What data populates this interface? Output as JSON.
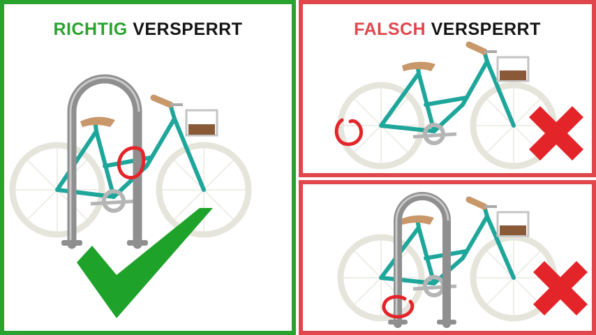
{
  "panels": {
    "correct": {
      "keyword": "RICHTIG",
      "rest": "VERSPERRT",
      "icon": "check-icon",
      "color": "#2aa22e"
    },
    "wrong": {
      "keyword": "FALSCH",
      "rest": "VERSPERRT",
      "icon": "cross-icon",
      "color": "#e0474c"
    }
  }
}
